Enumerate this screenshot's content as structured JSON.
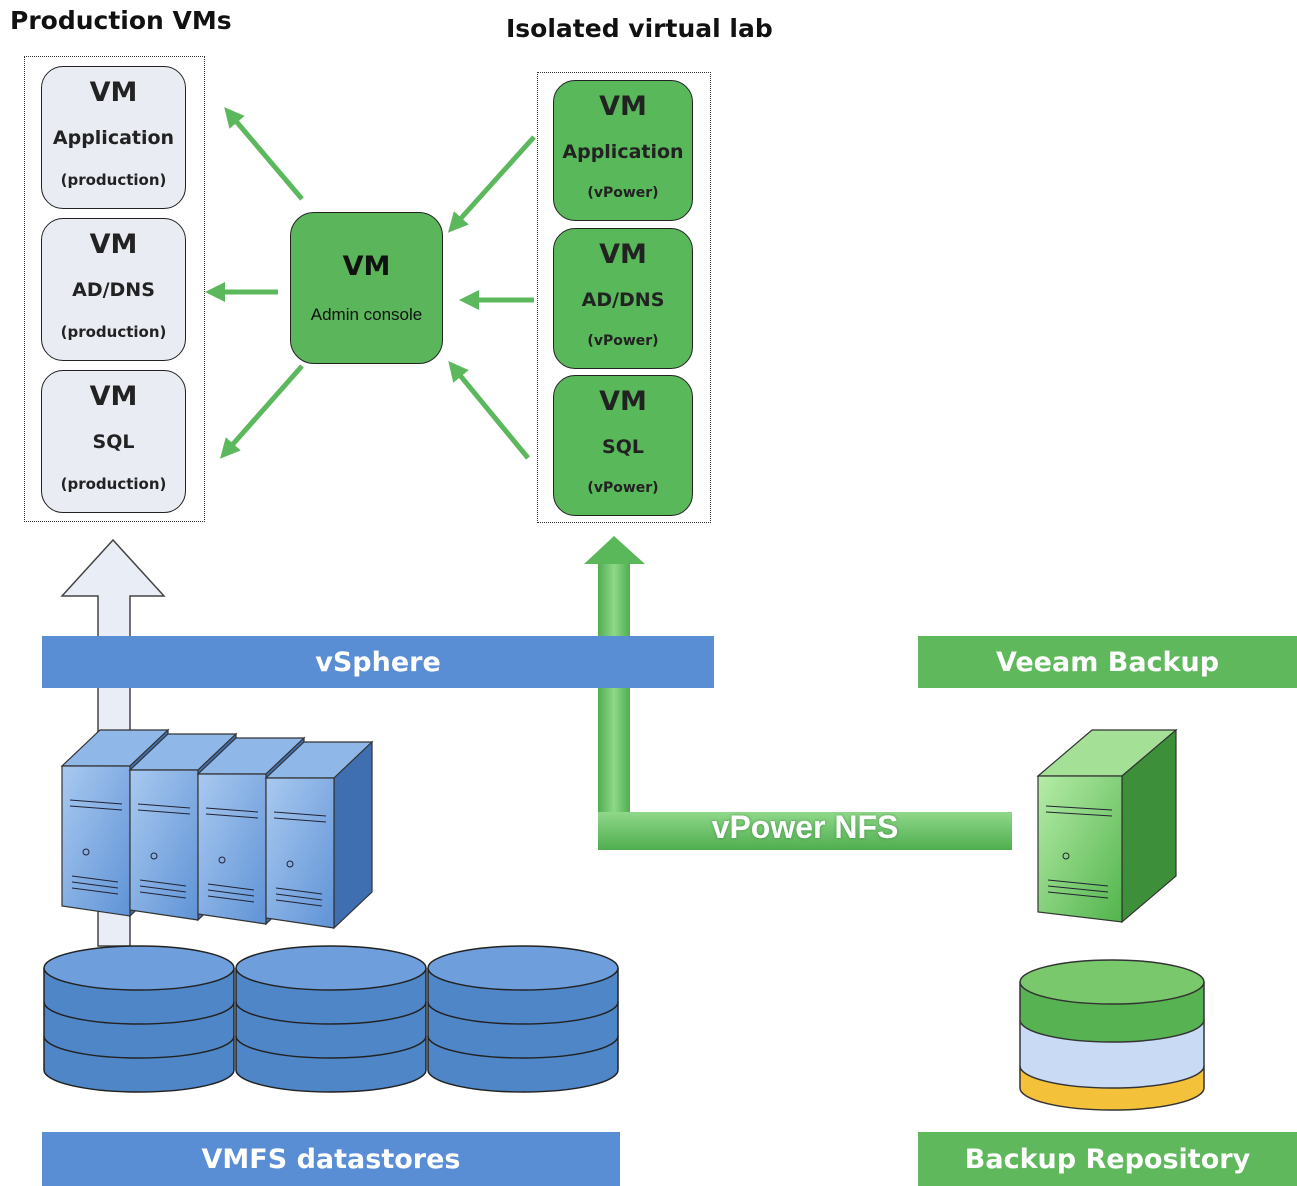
{
  "titles": {
    "production": "Production VMs",
    "lab": "Isolated virtual lab"
  },
  "production_vms": [
    {
      "line1": "VM",
      "line2": "Application",
      "line3": "(production)"
    },
    {
      "line1": "VM",
      "line2": "AD/DNS",
      "line3": "(production)"
    },
    {
      "line1": "VM",
      "line2": "SQL",
      "line3": "(production)"
    }
  ],
  "lab_vms": [
    {
      "line1": "VM",
      "line2": "Application",
      "line3": "(vPower)"
    },
    {
      "line1": "VM",
      "line2": "AD/DNS",
      "line3": "(vPower)"
    },
    {
      "line1": "VM",
      "line2": "SQL",
      "line3": "(vPower)"
    }
  ],
  "admin": {
    "line1": "VM",
    "line2": "Admin console"
  },
  "bands": {
    "vsphere": "vSphere",
    "veeam": "Veeam Backup",
    "vmfs": "VMFS datastores",
    "repo": "Backup Repository"
  },
  "nfs_label": "vPower NFS",
  "colors": {
    "green": "#5fb85c",
    "blue": "#5a8ed4",
    "light": "#e9ecf3",
    "arrow": "#5cb85c",
    "disk_yellow": "#f3c23a"
  },
  "icons": [
    "server-icon",
    "datastore-icon",
    "backup-server-icon",
    "backup-repository-icon"
  ]
}
